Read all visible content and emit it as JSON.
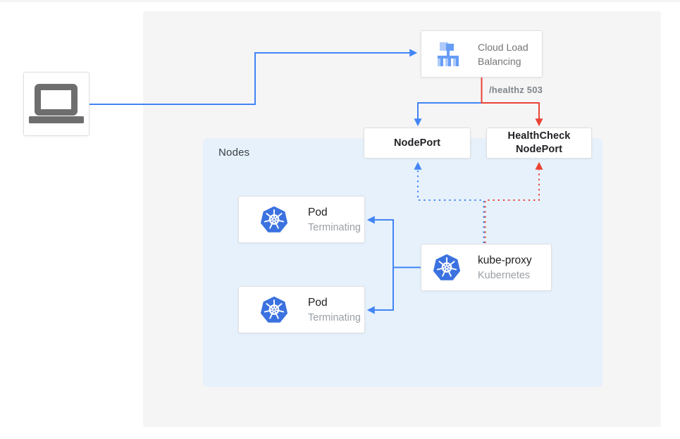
{
  "client": {
    "icon": "laptop-icon"
  },
  "cloud_load_balancing": {
    "label": "Cloud Load Balancing",
    "icon": "load-balancer-icon"
  },
  "healthz_label": "/healthz 503",
  "nodeport": {
    "label": "NodePort"
  },
  "healthcheck_nodeport": {
    "label": "HealthCheck\nNodePort"
  },
  "nodes_container": {
    "label": "Nodes"
  },
  "pods": [
    {
      "title": "Pod",
      "subtitle": "Terminating",
      "icon": "kubernetes-icon"
    },
    {
      "title": "Pod",
      "subtitle": "Terminating",
      "icon": "kubernetes-icon"
    }
  ],
  "kube_proxy": {
    "title": "kube-proxy",
    "subtitle": "Kubernetes",
    "icon": "kubernetes-icon"
  },
  "colors": {
    "blue": "#4285f4",
    "red": "#ea4335",
    "panel-bg": "#f5f5f6",
    "nodes-bg": "#e6f1fc",
    "box-border": "#e0e0e0",
    "text-dark": "#202124",
    "text-gray": "#757575",
    "text-faint": "#9aa0a6",
    "healthz-gray": "#80868b",
    "icon-gray": "#6e6e6e",
    "k8s-blue": "#3b72e0",
    "lb-light": "#aecbfa",
    "lb-mid": "#669df6"
  }
}
